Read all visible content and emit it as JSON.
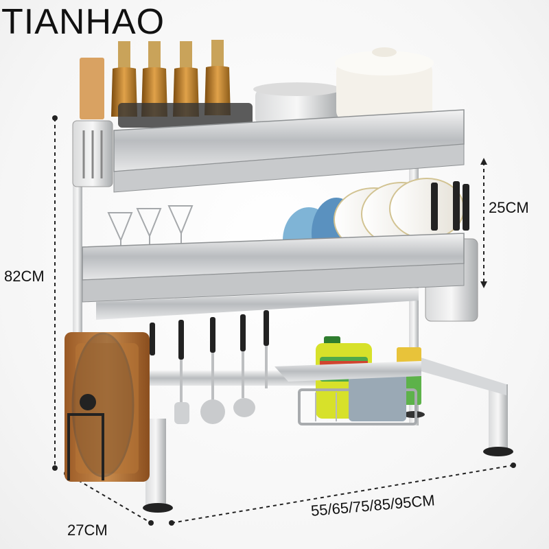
{
  "brand": "TIANHAO",
  "dimensions": {
    "height": "82CM",
    "top_shelf_gap": "25CM",
    "depth": "27CM",
    "width": "55/65/75/85/95CM"
  }
}
